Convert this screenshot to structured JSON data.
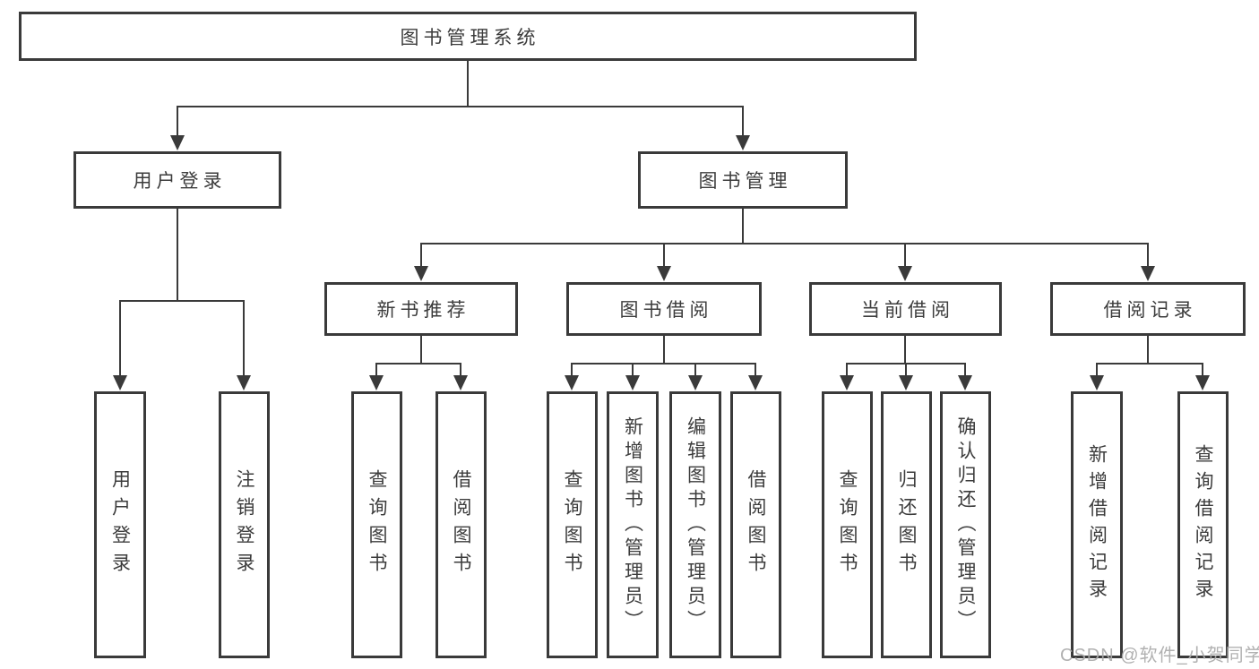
{
  "diagram": {
    "title": "图书管理系统",
    "nodes": {
      "root": {
        "label": "图书管理系统"
      },
      "userLogin": {
        "label": "用户登录"
      },
      "bookMgmt": {
        "label": "图书管理"
      },
      "newBookRec": {
        "label": "新书推荐"
      },
      "bookBorrow": {
        "label": "图书借阅"
      },
      "currentBorrow": {
        "label": "当前借阅"
      },
      "borrowRecords": {
        "label": "借阅记录"
      },
      "leafUserLogin": {
        "label": "用户登录"
      },
      "leafLogout": {
        "label": "注销登录"
      },
      "leafQueryBooksRec": {
        "label": "查询图书"
      },
      "leafBorrowBookRec": {
        "label": "借阅图书"
      },
      "leafQueryBooksBorrow": {
        "label": "查询图书"
      },
      "leafAddBook": {
        "label": "新增图书（管理员）"
      },
      "leafEditBook": {
        "label": "编辑图书（管理员）"
      },
      "leafBorrowBook": {
        "label": "借阅图书"
      },
      "leafQueryBooksCurrent": {
        "label": "查询图书"
      },
      "leafReturnBook": {
        "label": "归还图书"
      },
      "leafConfirmReturn": {
        "label": "确认归还（管理员）"
      },
      "leafAddBorrowRecord": {
        "label": "新增借阅记录"
      },
      "leafQueryBorrowRecord": {
        "label": "查询借阅记录"
      }
    },
    "colors": {
      "line": "#3a3a3a",
      "text": "#3c3c3c",
      "background": "#ffffff",
      "watermark": "#ababab"
    }
  },
  "watermark": {
    "text": "CSDN @软件_小贺同学"
  }
}
